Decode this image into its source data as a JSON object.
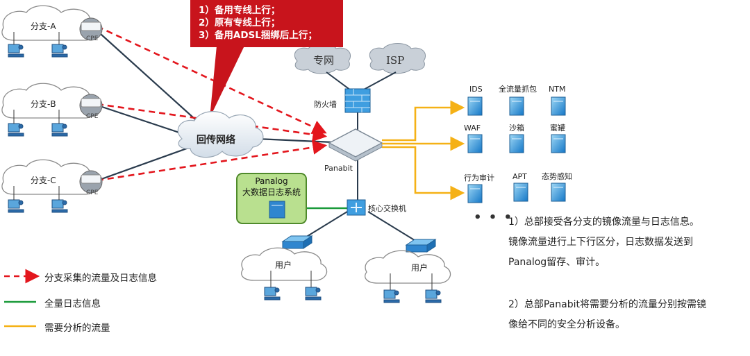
{
  "callout": {
    "line1": "1）备用专线上行；",
    "line2": "2）原有专线上行；",
    "line3": "3）备用ADSL捆绑后上行；"
  },
  "branches": [
    {
      "name": "分支-A",
      "cpe": "CPE"
    },
    {
      "name": "分支-B",
      "cpe": "CPE"
    },
    {
      "name": "分支-C",
      "cpe": "CPE"
    }
  ],
  "backhaul": "回传网络",
  "clouds": {
    "private_line": "专网",
    "isp": "ISP",
    "users_left": "用户",
    "users_right": "用户"
  },
  "firewall": "防火墙",
  "panabit": "Panabit",
  "core_switch": "核心交换机",
  "panalog": {
    "line1": "Panalog",
    "line2": "大数据日志系统"
  },
  "devices": {
    "ids": "IDS",
    "full_capture": "全流量抓包",
    "ntm": "NTM",
    "waf": "WAF",
    "sandbox": "沙箱",
    "honeypot": "蜜罐",
    "behavior_audit": "行为审计",
    "apt": "APT",
    "threat_awareness": "态势感知"
  },
  "dots": "• • •",
  "legend": {
    "red": "分支采集的流量及日志信息",
    "green": "全量日志信息",
    "yellow": "需要分析的流量"
  },
  "description": {
    "p1_line1": "1）总部接受各分支的镜像流量与日志信息。",
    "p1_line2": "镜像流量进行上下行区分，日志数据发送到",
    "p1_line3": "Panalog留存、审计。",
    "p2_line1": "2）总部Panabit将需要分析的流量分别按需镜",
    "p2_line2": "像给不同的安全分析设备。"
  },
  "colors": {
    "red_dashed": "#e3161d",
    "green": "#1a9a3a",
    "yellow": "#f5b116",
    "dark_line": "#2a3b4d",
    "callout_bg": "#c8141c"
  }
}
